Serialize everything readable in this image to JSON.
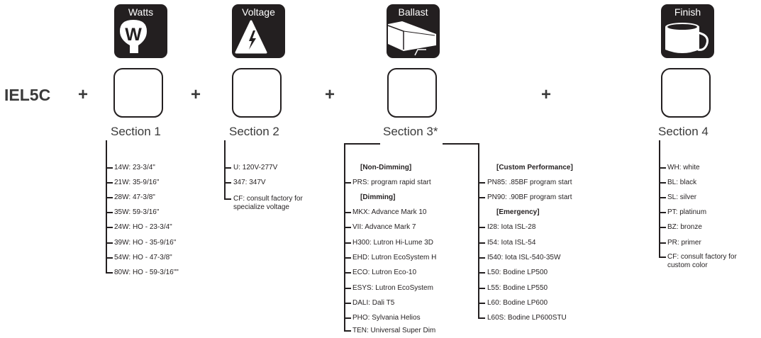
{
  "model_code": "IEL5C",
  "plus_sign": "+",
  "sections": [
    {
      "header": "Watts",
      "label": "Section 1",
      "icon": "watt-bulb-icon"
    },
    {
      "header": "Voltage",
      "label": "Section 2",
      "icon": "high-voltage-icon"
    },
    {
      "header": "Ballast",
      "label": "Section 3*",
      "icon": "ballast-icon"
    },
    {
      "header": "Finish",
      "label": "Section 4",
      "icon": "paint-can-icon"
    }
  ],
  "watts_icon_letter": "W",
  "section1_options": [
    "14W: 23-3/4\"",
    "21W: 35-9/16\"",
    "28W: 47-3/8\"",
    "35W: 59-3/16\"",
    "24W: HO - 23-3/4\"",
    "39W: HO - 35-9/16\"",
    "54W: HO - 47-3/8\"",
    "80W: HO - 59-3/16\"\""
  ],
  "section2_options": [
    "U: 120V-277V",
    "347: 347V",
    "CF: consult factory for\nspecialize voltage"
  ],
  "section3_left": {
    "non_dimming_header": "[Non-Dimming]",
    "non_dimming": [
      "PRS: program rapid start"
    ],
    "dimming_header": "[Dimming]",
    "dimming": [
      "MKX: Advance Mark 10",
      "VII: Advance Mark 7",
      "H300: Lutron Hi-Lume 3D",
      "EHD: Lutron EcoSystem H",
      "ECO: Lutron Eco-10",
      "ESYS: Lutron EcoSystem",
      "DALI: Dali T5",
      "PHO: Sylvania Helios",
      "TEN: Universal Super Dim"
    ]
  },
  "section3_right": {
    "custom_header": "[Custom Performance]",
    "custom": [
      "PN85: .85BF program start",
      "PN90: .90BF program start"
    ],
    "emergency_header": "[Emergency]",
    "emergency": [
      "I28: Iota ISL-28",
      "I54: Iota ISL-54",
      "I540: Iota ISL-540-35W",
      "L50: Bodine LP500",
      "L55: Bodine LP550",
      "L60: Bodine LP600",
      "L60S: Bodine LP600STU"
    ]
  },
  "section4_options": [
    "WH: white",
    "BL: black",
    "SL: silver",
    "PT: platinum",
    "BZ: bronze",
    "PR: primer",
    "CF: consult factory for\ncustom color"
  ],
  "colors": {
    "ink": "#231f20",
    "text_gray": "#3a3a3a",
    "background": "#ffffff"
  }
}
